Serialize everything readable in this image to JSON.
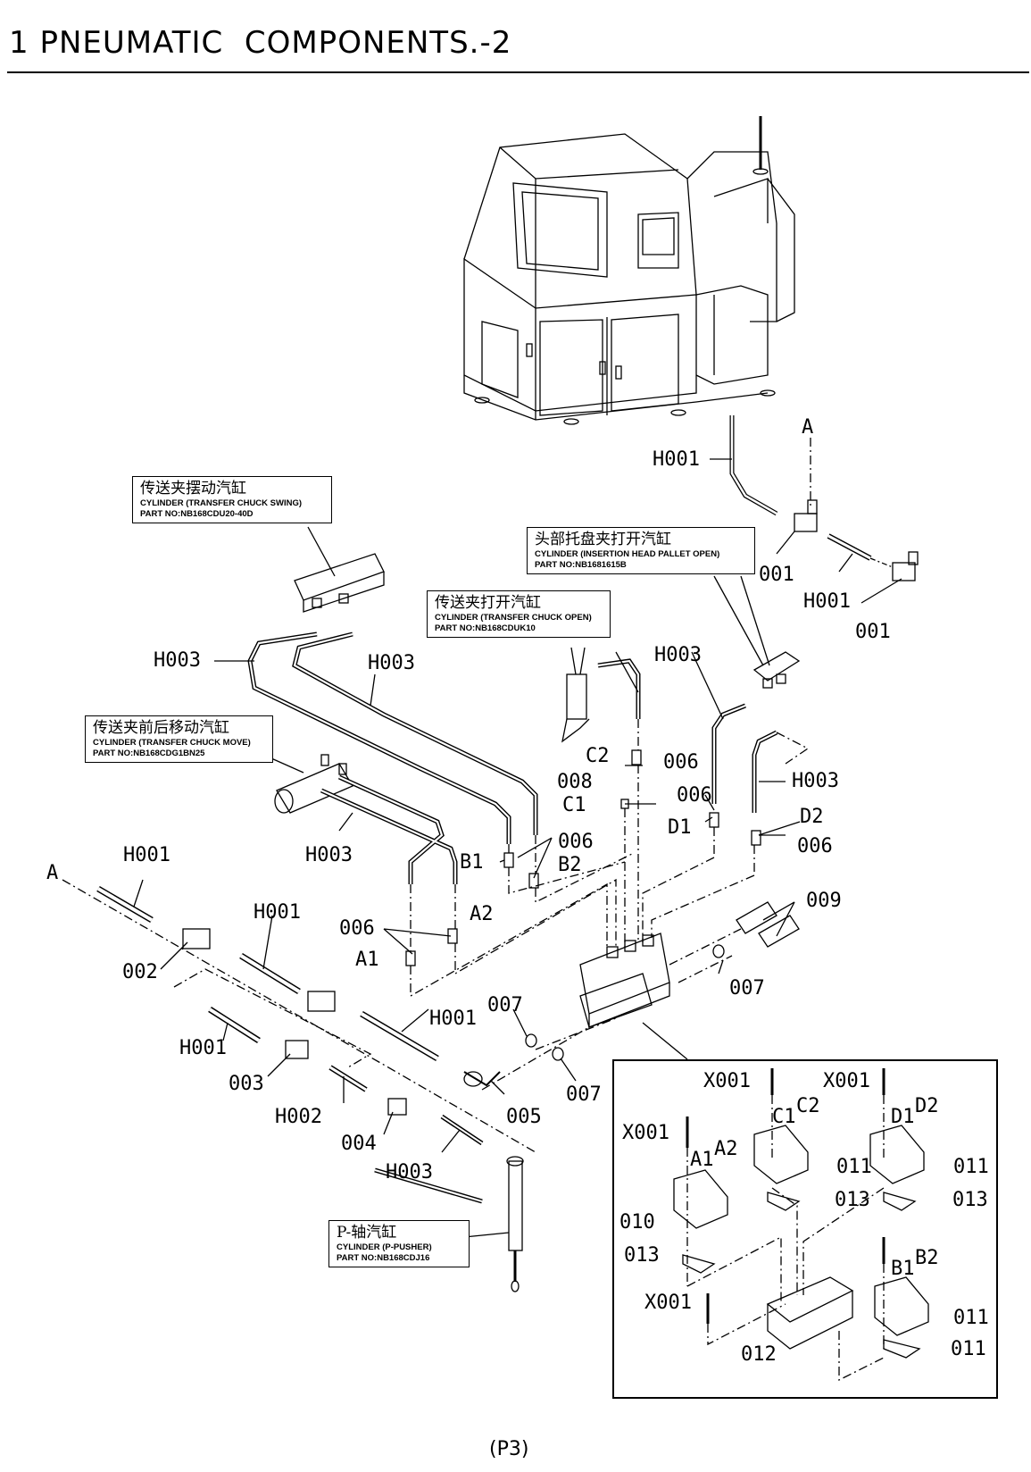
{
  "page": {
    "title": "1 PNEUMATIC  COMPONENTS.-2",
    "page_number": "(P3)"
  },
  "callouts": [
    {
      "id": "transfer-chuck-swing",
      "cn": "传送夹摆动汽缸",
      "en": "CYLINDER (TRANSFER CHUCK SWING)",
      "part": "PART NO:NB168CDU20-40D"
    },
    {
      "id": "insertion-head-pallet-open",
      "cn": "头部托盘夹打开汽缸",
      "en": "CYLINDER (INSERTION HEAD PALLET OPEN)",
      "part": "PART NO:NB1681615B"
    },
    {
      "id": "transfer-chuck-open",
      "cn": "传送夹打开汽缸",
      "en": "CYLINDER (TRANSFER CHUCK OPEN)",
      "part": "PART NO:NB168CDUK10"
    },
    {
      "id": "transfer-chuck-move",
      "cn": "传送夹前后移动汽缸",
      "en": "CYLINDER (TRANSFER CHUCK MOVE)",
      "part": "PART NO:NB168CDG1BN25"
    },
    {
      "id": "p-pusher",
      "cn": "P-轴汽缸",
      "en": "CYLINDER (P-PUSHER)",
      "part": "PART NO:NB168CDJ16"
    }
  ],
  "labels": {
    "h001_top": "H001",
    "a_top": "A",
    "l001_a": "001",
    "h001_right": "H001",
    "l001_b": "001",
    "h003_a": "H003",
    "h003_b": "H003",
    "h003_c": "H003",
    "h003_d": "H003",
    "h003_e": "H003",
    "c2": "C2",
    "l006_a": "006",
    "l008": "008",
    "c1": "C1",
    "l006_b": "006",
    "d1": "D1",
    "d2": "D2",
    "l006_c": "006",
    "b1": "B1",
    "l006_d": "006",
    "b2": "B2",
    "h001_left": "H001",
    "a_left": "A",
    "h001_mid": "H001",
    "l006_e": "006",
    "a2": "A2",
    "a1": "A1",
    "l009": "009",
    "l002": "002",
    "l007_a": "007",
    "l007_b": "007",
    "l007_c": "007",
    "h001_low": "H001",
    "h001_diag": "H001",
    "l003": "003",
    "h002": "H002",
    "l004": "004",
    "l005": "005",
    "h003_low": "H003"
  },
  "inset": {
    "labels": {
      "x001_a": "X001",
      "x001_b": "X001",
      "x001_c": "X001",
      "x001_d": "X001",
      "c1": "C1",
      "c2": "C2",
      "d1": "D1",
      "d2": "D2",
      "a1": "A1",
      "a2": "A2",
      "b1": "B1",
      "b2": "B2",
      "l011_a": "011",
      "l011_b": "011",
      "l011_c": "011",
      "l011_d": "011",
      "l013_a": "013",
      "l013_b": "013",
      "l013_c": "013",
      "l010": "010",
      "l012": "012"
    }
  }
}
